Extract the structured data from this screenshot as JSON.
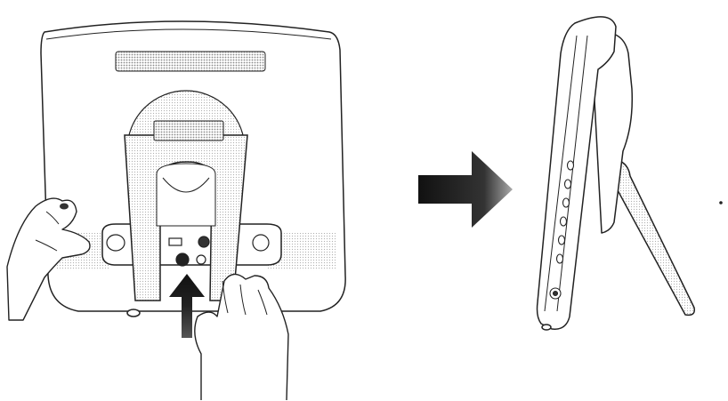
{
  "figure": {
    "panels": [
      {
        "id": "back-view",
        "subject": "monitor-rear-with-stand",
        "action": "push-stand-up-from-bottom"
      },
      {
        "id": "side-view",
        "subject": "monitor-side-profile-with-stand-extended"
      }
    ],
    "arrows": [
      {
        "id": "push-arrow",
        "direction": "up",
        "icon": "arrow-up-icon"
      },
      {
        "id": "transition-arrow",
        "direction": "right",
        "icon": "arrow-right-icon"
      }
    ],
    "colors": {
      "ink": "#222222",
      "fill": "#ffffff",
      "halftone": "#9a9a9a",
      "arrow": "#1a1a1a"
    }
  }
}
